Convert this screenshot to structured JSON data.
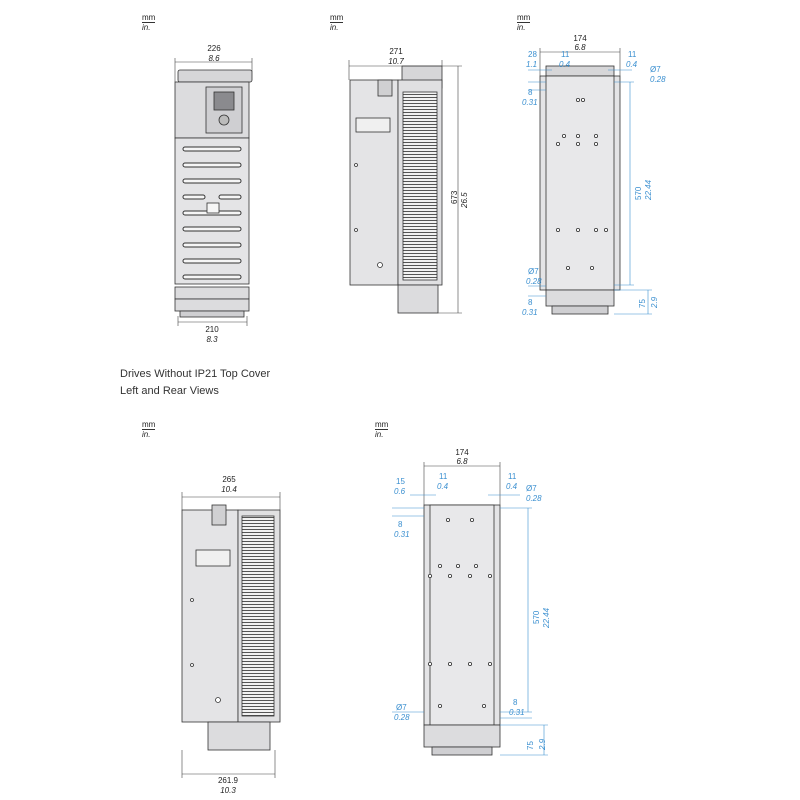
{
  "units": {
    "mm": "mm",
    "in": "in."
  },
  "caption": {
    "line1": "Drives Without IP21 Top Cover",
    "line2": "Left and Rear Views"
  },
  "front": {
    "top_mm": "226",
    "top_in": "8.6",
    "bottom_mm": "210",
    "bottom_in": "8.3"
  },
  "side1": {
    "top_mm": "271",
    "top_in": "10.7",
    "height_mm": "673",
    "height_in": "26.5"
  },
  "rear1": {
    "width_mm": "174",
    "width_in": "6.8",
    "left_off_mm": "28",
    "left_off_in": "1.1",
    "inner_l_mm": "11",
    "inner_l_in": "0.4",
    "inner_r_mm": "11",
    "inner_r_in": "0.4",
    "hole_top": "Ø7",
    "hole_top_in": "0.28",
    "top_gap_mm": "8",
    "top_gap_in": "0.31",
    "height_mm": "570",
    "height_in": "22.44",
    "hole_bot": "Ø7",
    "hole_bot_in": "0.28",
    "bot_gap_mm": "8",
    "bot_gap_in": "0.31",
    "bot_mm": "75",
    "bot_in": "2.9"
  },
  "side2": {
    "top_mm": "265",
    "top_in": "10.4",
    "bottom_mm": "261.9",
    "bottom_in": "10.3"
  },
  "rear2": {
    "width_mm": "174",
    "width_in": "6.8",
    "left_off_mm": "15",
    "left_off_in": "0.6",
    "inner_l_mm": "11",
    "inner_l_in": "0.4",
    "inner_r_mm": "11",
    "inner_r_in": "0.4",
    "hole_top": "Ø7",
    "hole_top_in": "0.28",
    "top_gap_mm": "8",
    "top_gap_in": "0.31",
    "height_mm": "570",
    "height_in": "22.44",
    "hole_bot": "Ø7",
    "hole_bot_in": "0.28",
    "bot_gap_mm": "8",
    "bot_gap_in": "0.31",
    "bot_mm": "75",
    "bot_in": "2.9"
  },
  "colors": {
    "dimension_blue": "#3a8fd0",
    "panel_gray": "#e4e4e6",
    "line": "#333333"
  }
}
